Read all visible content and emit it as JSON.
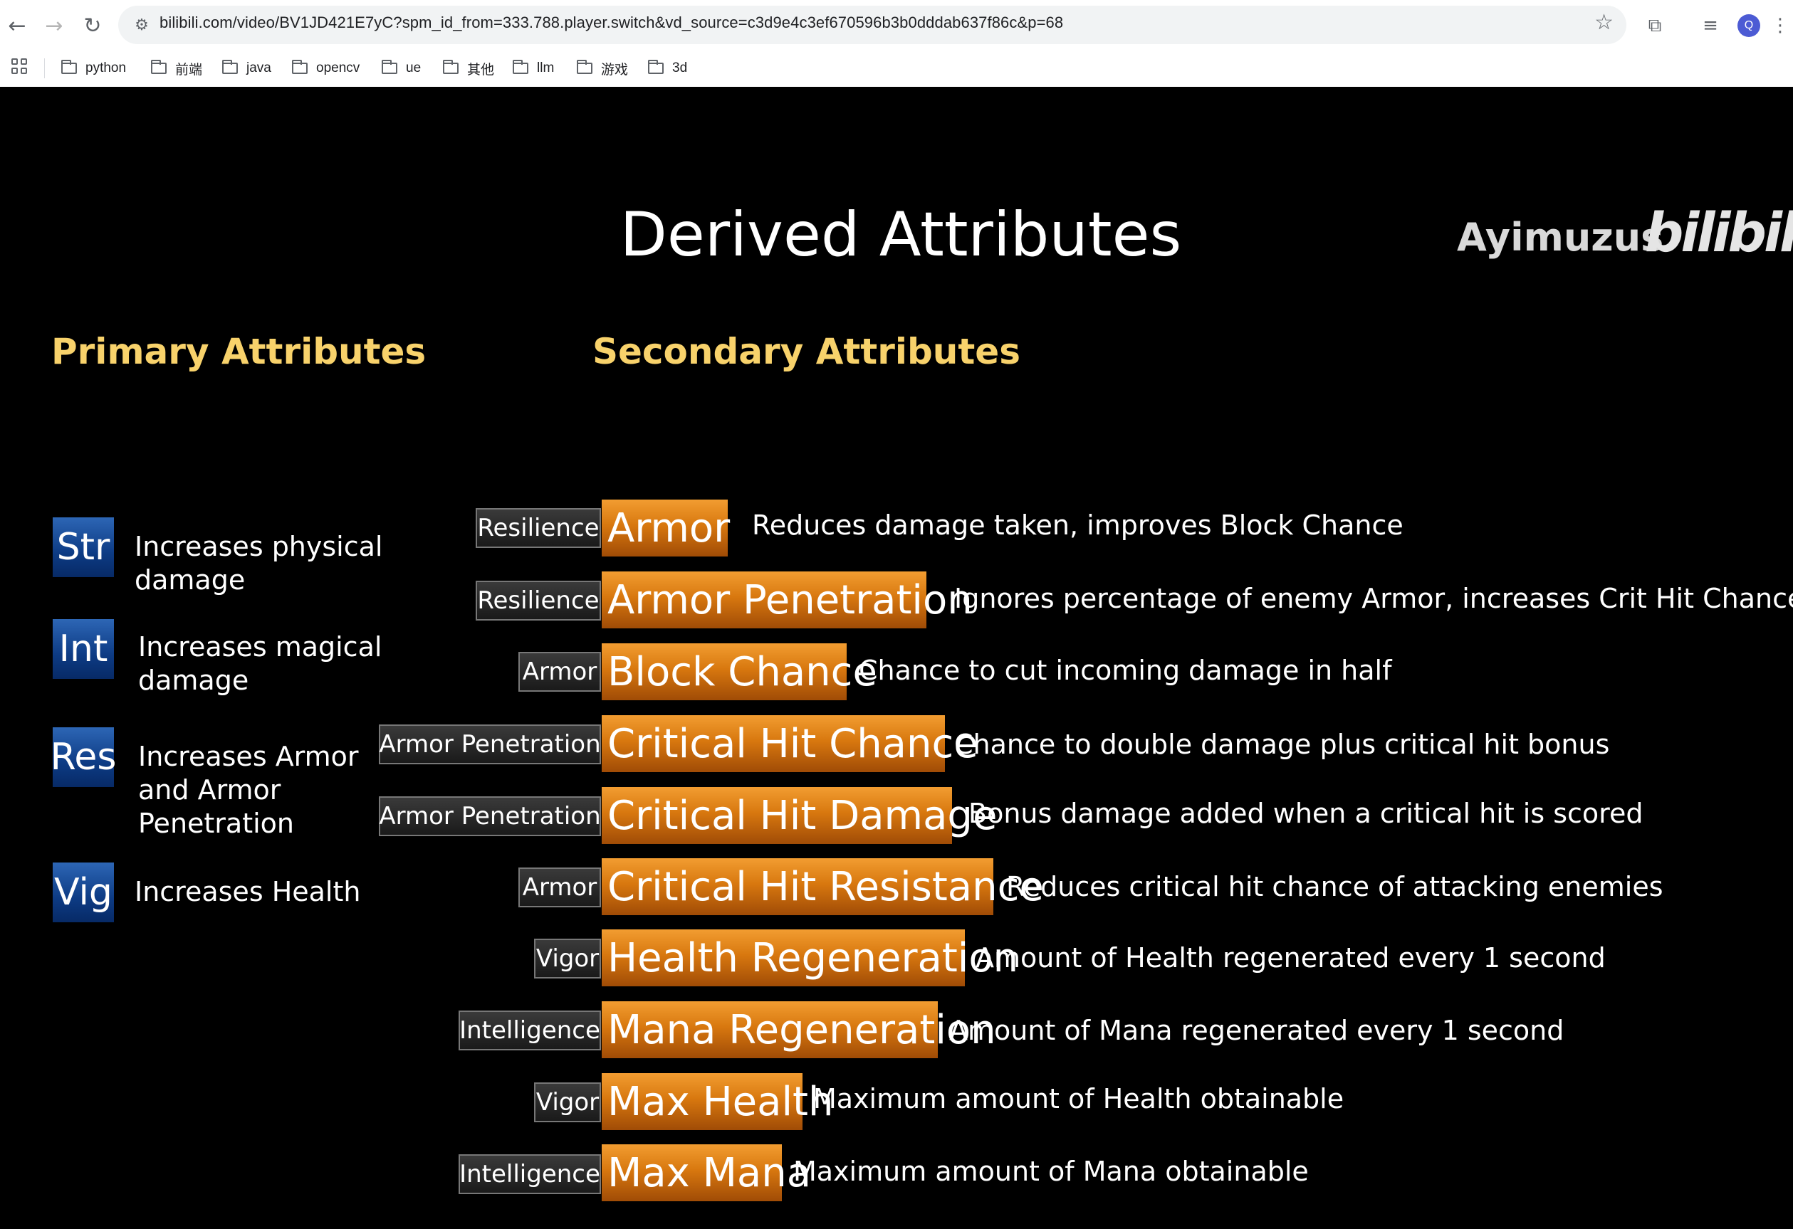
{
  "browser": {
    "url": "bilibili.com/video/BV1JD421E7yC?spm_id_from=333.788.player.switch&vd_source=c3d9e4c3ef670596b3b0dddab637f86c&p=68",
    "avatar_letter": "Q",
    "bookmarks": [
      "python",
      "前端",
      "java",
      "opencv",
      "ue",
      "其他",
      "llm",
      "游戏",
      "3d"
    ]
  },
  "slide": {
    "title": "Derived Attributes",
    "watermark_user": "Ayimuzus",
    "watermark_logo": "bilibili",
    "primary_heading": "Primary Attributes",
    "secondary_heading": "Secondary Attributes",
    "primary": [
      {
        "abbr": "Str",
        "desc": "Increases physical damage"
      },
      {
        "abbr": "Int",
        "desc": "Increases magical damage"
      },
      {
        "abbr": "Res",
        "desc": "Increases Armor and Armor Penetration"
      },
      {
        "abbr": "Vig",
        "desc": "Increases Health"
      }
    ],
    "secondary": [
      {
        "source": "Resilience",
        "name": "Armor",
        "desc": "Reduces damage taken, improves Block Chance"
      },
      {
        "source": "Resilience",
        "name": "Armor Penetration",
        "desc": "Ignores percentage of enemy Armor, increases Crit Hit Chance"
      },
      {
        "source": "Armor",
        "name": "Block Chance",
        "desc": "Chance to cut incoming damage in half"
      },
      {
        "source": "Armor Penetration",
        "name": "Critical Hit Chance",
        "desc": "Chance to double damage plus critical hit bonus"
      },
      {
        "source": "Armor Penetration",
        "name": "Critical Hit Damage",
        "desc": "Bonus damage added when a critical hit is scored"
      },
      {
        "source": "Armor",
        "name": "Critical Hit Resistance",
        "desc": "Reduces critical hit chance of attacking enemies"
      },
      {
        "source": "Vigor",
        "name": "Health Regeneration",
        "desc": "Amount of Health regenerated every 1 second"
      },
      {
        "source": "Intelligence",
        "name": "Mana Regeneration",
        "desc": "Amount of Mana regenerated every 1 second"
      },
      {
        "source": "Vigor",
        "name": "Max Health",
        "desc": "Maximum amount of Health obtainable"
      },
      {
        "source": "Intelligence",
        "name": "Max Mana",
        "desc": "Maximum amount of Mana obtainable"
      }
    ]
  }
}
